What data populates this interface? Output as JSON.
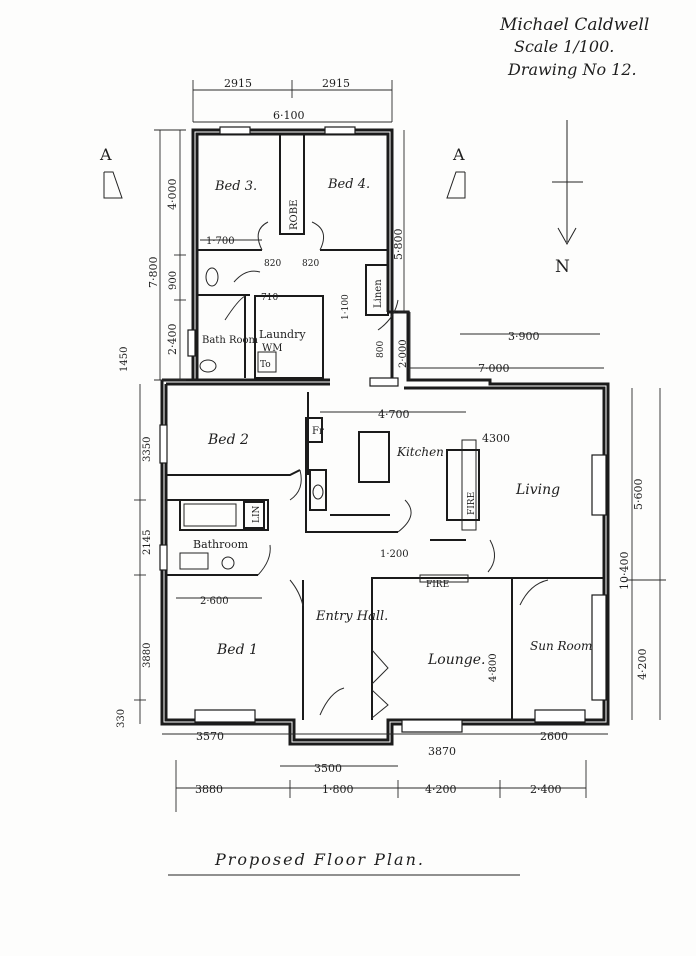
{
  "title_block": {
    "author": "Michael Caldwell",
    "scale": "Scale 1/100.",
    "drawing_no": "Drawing No 12."
  },
  "plan_title": "Proposed Floor Plan.",
  "section_marks": {
    "left": "A",
    "right": "A"
  },
  "north_label": "N",
  "rooms": {
    "bed3": "Bed 3.",
    "bed4": "Bed 4.",
    "robe": "ROBE",
    "bath_room": "Bath Room",
    "laundry": "Laundry",
    "wm": "WM",
    "linen": "Linen",
    "bed2": "Bed 2",
    "kitchen": "Kitchen",
    "fr": "Fr",
    "living": "Living",
    "fire_living": "FIRE",
    "bathroom": "Bathroom",
    "lin": "LIN",
    "bed1": "Bed 1",
    "entry_hall": "Entry Hall.",
    "lounge": "Lounge.",
    "fire_lounge": "FIRE",
    "sun_room": "Sun Room",
    "to": "To"
  },
  "dimensions": {
    "top_2915_a": "2915",
    "top_2915_b": "2915",
    "top_6100": "6·100",
    "left_4000": "4·000",
    "left_7800": "7·800",
    "left_900": "900",
    "left_2400": "2·400",
    "left_1450": "1450",
    "left_3350": "3350",
    "left_2145": "2145",
    "left_3880": "3880",
    "left_330": "330",
    "in_1700": "1·700",
    "in_820_a": "820",
    "in_820_b": "820",
    "in_710": "710",
    "in_1100": "1·100",
    "in_800": "800",
    "right_5800": "5·800",
    "right_2000": "2·000",
    "r_3900": "3·900",
    "r_7000": "7·000",
    "k_4700": "4·700",
    "l_4300": "4300",
    "right_5600": "5·600",
    "right_10400": "10·400",
    "right_4200": "4·200",
    "in_1200": "1·200",
    "in_2600_bed1": "2·600",
    "in_4800": "4·800",
    "bot_3570": "3570",
    "bot_3870": "3870",
    "bot_2600": "2600",
    "bot_3500": "3500",
    "bot_3880": "3880",
    "bot_1800": "1·800",
    "bot_4200": "4·200",
    "bot_2400": "2·400"
  }
}
